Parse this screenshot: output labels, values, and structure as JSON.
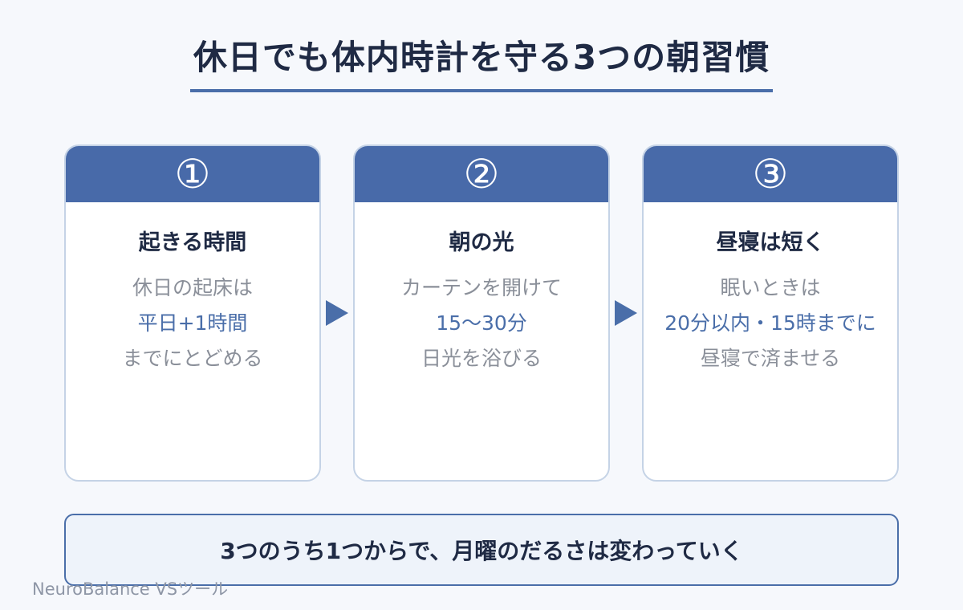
{
  "title": "休日でも体内時計を守る3つの朝習慣",
  "cards": [
    {
      "number": "①",
      "heading": "起きる時間",
      "lines": [
        "休日の起床は",
        "平日+1時間",
        "までにとどめる"
      ],
      "highlight_line": 1
    },
    {
      "number": "②",
      "heading": "朝の光",
      "lines": [
        "カーテンを開けて",
        "15〜30分",
        "日光を浴びる"
      ],
      "highlight_line": 1
    },
    {
      "number": "③",
      "heading": "昼寝は短く",
      "lines": [
        "眠いときは",
        "20分以内・15時までに",
        "昼寝で済ませる"
      ],
      "highlight_line": 1
    }
  ],
  "summary": "3つのうち1つからで、月曜のだるさは変わっていく",
  "footer": "NeuroBalance VSツール",
  "colors": {
    "accent": "#4a6ea9",
    "card_header": "#486aa9",
    "text_dark": "#1f2a44",
    "text_muted": "#8a8f99",
    "background": "#f6f8fc"
  }
}
